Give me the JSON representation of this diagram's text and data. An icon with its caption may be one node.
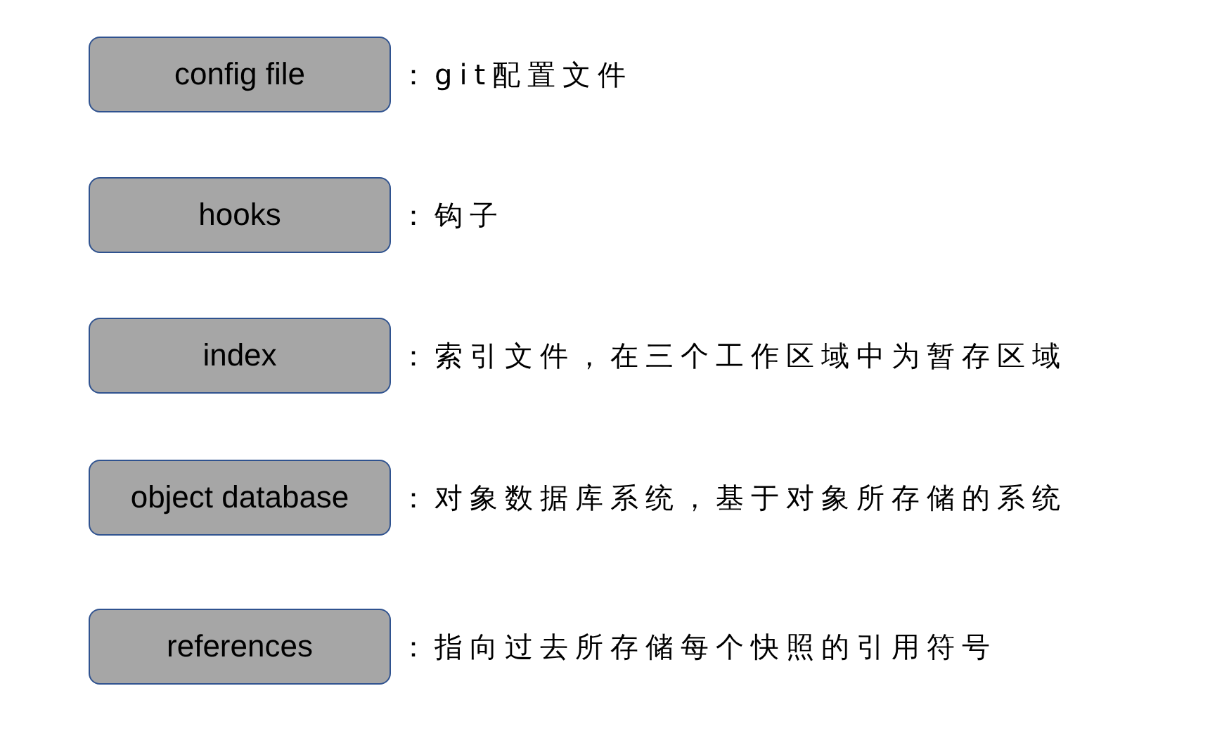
{
  "diagram": {
    "nodes": [
      {
        "text": [
          "config file"
        ],
        "beside": [
          "：git配置文件"
        ]
      },
      {
        "text": [
          "hooks"
        ],
        "beside": [
          "：钩子"
        ]
      },
      {
        "text": [
          "index"
        ],
        "beside": [
          "：索引文件，在三个工作区域中为暂存区域"
        ]
      },
      {
        "text": [
          "object database"
        ],
        "beside": [
          "：对象数据库系统，基于对象所存储的系统"
        ]
      },
      {
        "text": [
          "references"
        ],
        "beside": [
          "：指向过去所存储每个快照的引用符号"
        ]
      }
    ]
  }
}
